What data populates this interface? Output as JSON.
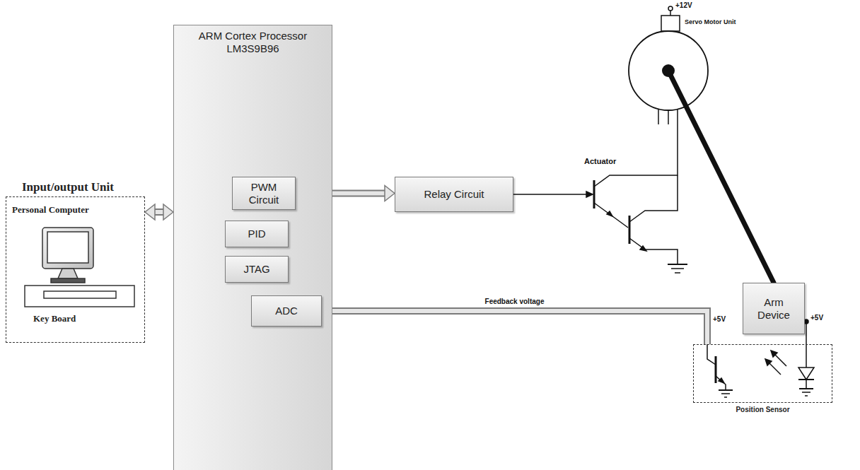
{
  "diagram": {
    "nodes": [
      {
        "text": [
          "Input/output Unit",
          "Personal Computer",
          "Key Board"
        ]
      },
      {
        "text": [
          "ARM Cortex Processor LM3S9B96"
        ]
      },
      {
        "text": [
          "PWM Circuit"
        ],
        "in": 1
      },
      {
        "text": [
          "PID"
        ],
        "in": 1
      },
      {
        "text": [
          "JTAG"
        ],
        "in": 1
      },
      {
        "text": [
          "ADC"
        ],
        "in": 1
      },
      {
        "text": [
          "Relay Circuit"
        ]
      },
      {
        "text": [
          "Arm Device"
        ]
      },
      {
        "text": [
          "Position Sensor"
        ]
      }
    ],
    "edges": [
      {
        "from": 0,
        "to": 1,
        "arrow": "both"
      },
      {
        "from": 2,
        "to": 6,
        "arrow": "to"
      },
      {
        "from": 8,
        "to": 5,
        "label": "Feedback voltage",
        "arrow": "to"
      }
    ],
    "labels": [
      "+12V",
      "Servo Motor Unit",
      "Actuator",
      "+5V",
      "+5V"
    ]
  }
}
